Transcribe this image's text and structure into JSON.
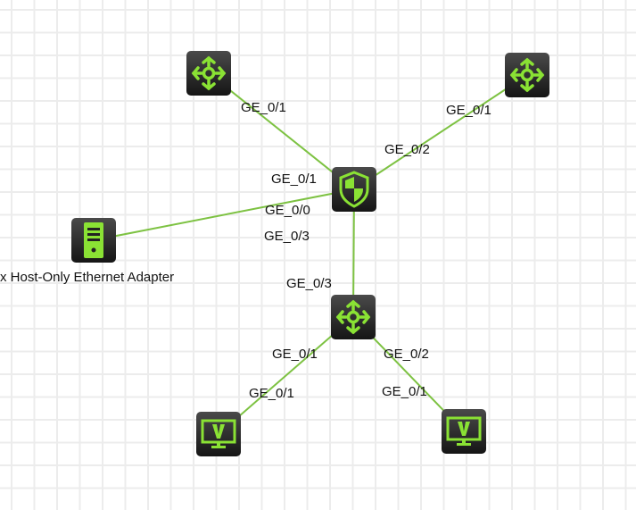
{
  "colors": {
    "link": "#7dc242",
    "icon": "#8ae234"
  },
  "nodes": {
    "router_top_left": {
      "type": "router"
    },
    "router_top_right": {
      "type": "router"
    },
    "firewall": {
      "type": "firewall"
    },
    "host_server": {
      "type": "server",
      "label": "x Host-Only Ethernet Adapter"
    },
    "switch": {
      "type": "switch"
    },
    "pc_left": {
      "type": "pc"
    },
    "pc_right": {
      "type": "pc"
    }
  },
  "ports": {
    "r1_port": "GE_0/1",
    "r2_port": "GE_0/1",
    "fw_to_r2": "GE_0/2",
    "fw_to_r1": "GE_0/1",
    "fw_to_host": "GE_0/0",
    "fw_to_switch": "GE_0/3",
    "sw_to_fw": "GE_0/3",
    "sw_to_pc_left": "GE_0/1",
    "sw_to_pc_right": "GE_0/2",
    "pc_left_port": "GE_0/1",
    "pc_right_port": "GE_0/1"
  }
}
